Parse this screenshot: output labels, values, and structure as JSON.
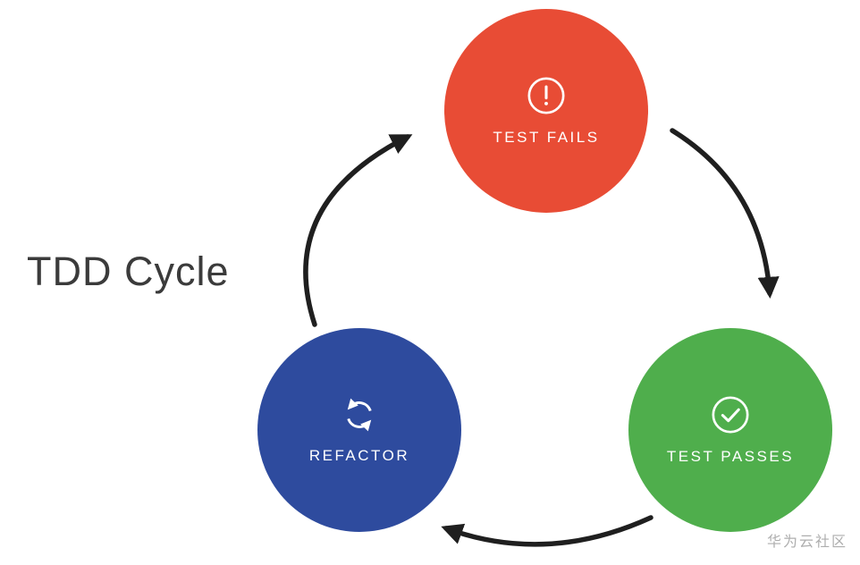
{
  "title": "TDD Cycle",
  "watermark": "华为云社区",
  "diagram": {
    "arrow_color": "#1f1f1f",
    "nodes": [
      {
        "id": "test-fails",
        "label": "TEST FAILS",
        "color": "#e84c35",
        "icon": "exclamation-circle-icon"
      },
      {
        "id": "test-passes",
        "label": "TEST PASSES",
        "color": "#4fae4c",
        "icon": "check-circle-icon"
      },
      {
        "id": "refactor",
        "label": "REFACTOR",
        "color": "#2e4b9e",
        "icon": "refresh-cycle-icon"
      }
    ],
    "edges": [
      {
        "from": "test-fails",
        "to": "test-passes"
      },
      {
        "from": "test-passes",
        "to": "refactor"
      },
      {
        "from": "refactor",
        "to": "test-fails"
      }
    ]
  }
}
